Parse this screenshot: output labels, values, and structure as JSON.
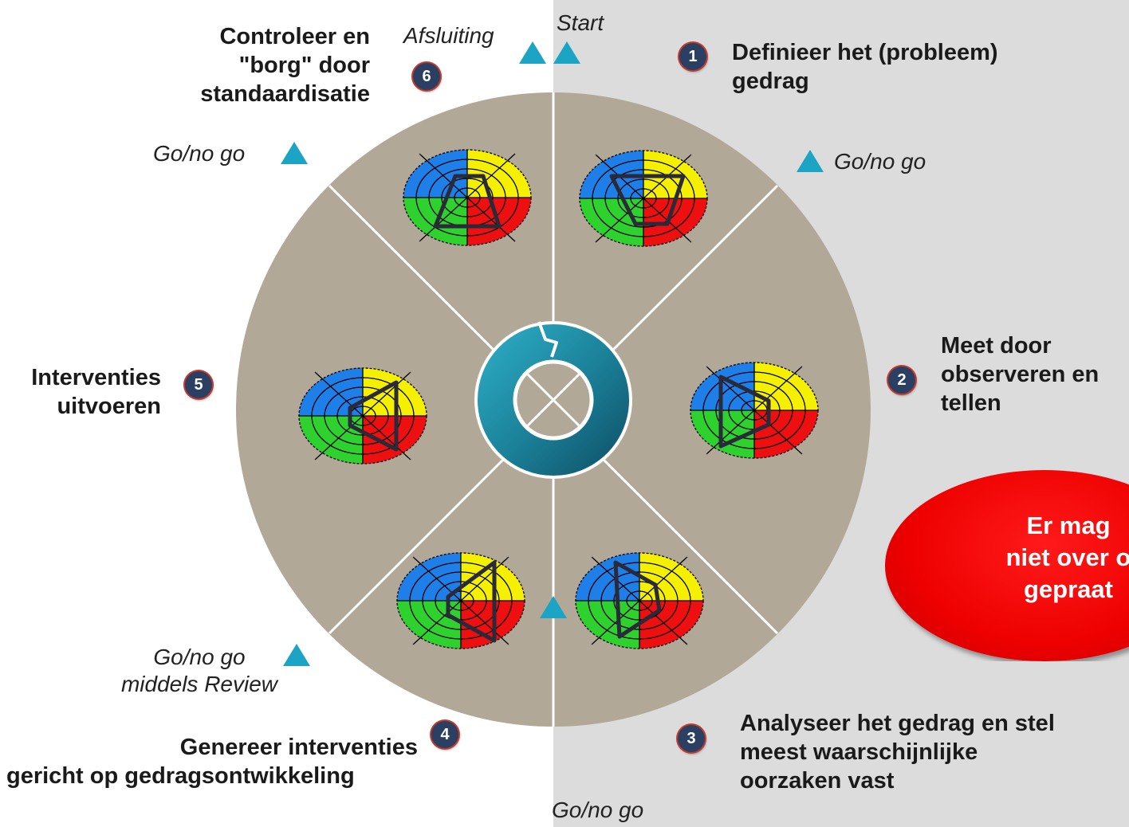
{
  "markers": {
    "start": "Start",
    "closing": "Afsluiting",
    "gonogo_1": "Go/no go",
    "gonogo_6": "Go/no go",
    "gonogo_4_line1": "Go/no go",
    "gonogo_4_line2": "middels Review",
    "gonogo_3": "Go/no go"
  },
  "steps": [
    {
      "number": "1",
      "line1": "Definieer het (probleem)",
      "line2": "gedrag"
    },
    {
      "number": "2",
      "line1": "Meet door",
      "line2": "observeren en",
      "line3": "tellen"
    },
    {
      "number": "3",
      "line1": "Analyseer het gedrag en stel",
      "line2": "meest waarschijnlijke",
      "line3": "oorzaken vast"
    },
    {
      "number": "4",
      "line1": "Genereer interventies",
      "line2": "gericht op gedragsontwikkeling"
    },
    {
      "number": "5",
      "line1": "Interventies",
      "line2": "uitvoeren"
    },
    {
      "number": "6",
      "line1": "Controleer en",
      "line2": "\"borg\" door",
      "line3": "standaardisatie"
    }
  ],
  "callout": {
    "line1": "Er mag",
    "line2": "niet over o",
    "line3": "gepraat"
  },
  "colors": {
    "wheel": "#b2a897",
    "panel": "#dcdcdc",
    "triangle": "#1ba4c3",
    "badge": "#2b3f63",
    "q_blue": "#1f7fe8",
    "q_yellow": "#f5f000",
    "q_green": "#2fd12f",
    "q_red": "#ee1010",
    "callout": "#ee0000"
  }
}
